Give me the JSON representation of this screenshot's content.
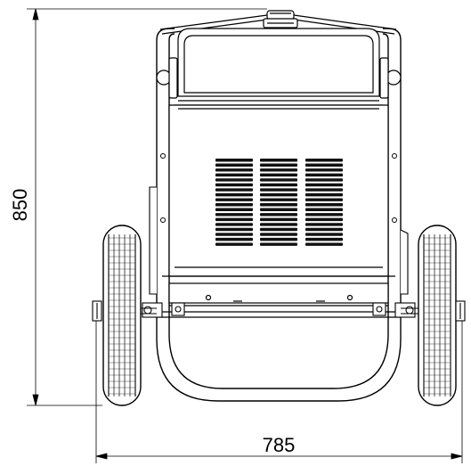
{
  "dimensions": {
    "height": {
      "value": "850"
    },
    "width": {
      "value": "785"
    }
  },
  "colors": {
    "line": "#000000",
    "background": "#ffffff",
    "tire": "#ffffff",
    "louver": "#111111"
  },
  "louvers": {
    "columns": 3,
    "slots_per_column": 18
  }
}
